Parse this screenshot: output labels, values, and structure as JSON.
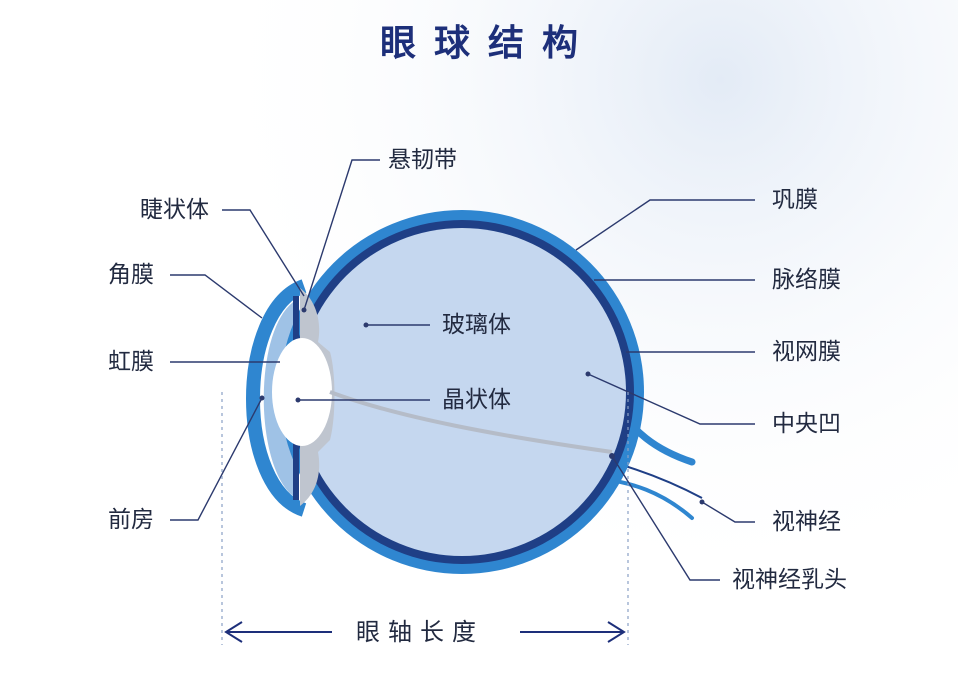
{
  "title": "眼球结构",
  "labels": {
    "suspensory_ligament": "悬韧带",
    "ciliary_body": "睫状体",
    "cornea": "角膜",
    "iris": "虹膜",
    "anterior_chamber": "前房",
    "vitreous_body": "玻璃体",
    "lens": "晶状体",
    "sclera": "巩膜",
    "choroid": "脉络膜",
    "retina": "视网膜",
    "fovea": "中央凹",
    "optic_nerve": "视神经",
    "optic_disc": "视神经乳头"
  },
  "axis_label": "眼轴长度",
  "colors": {
    "title": "#1d2f7a",
    "sclera": "#2f86d0",
    "choroid": "#1f3f86",
    "vitreous": "#c5d7ef",
    "lens": "#ffffff",
    "leader": "#2c3a6e"
  }
}
